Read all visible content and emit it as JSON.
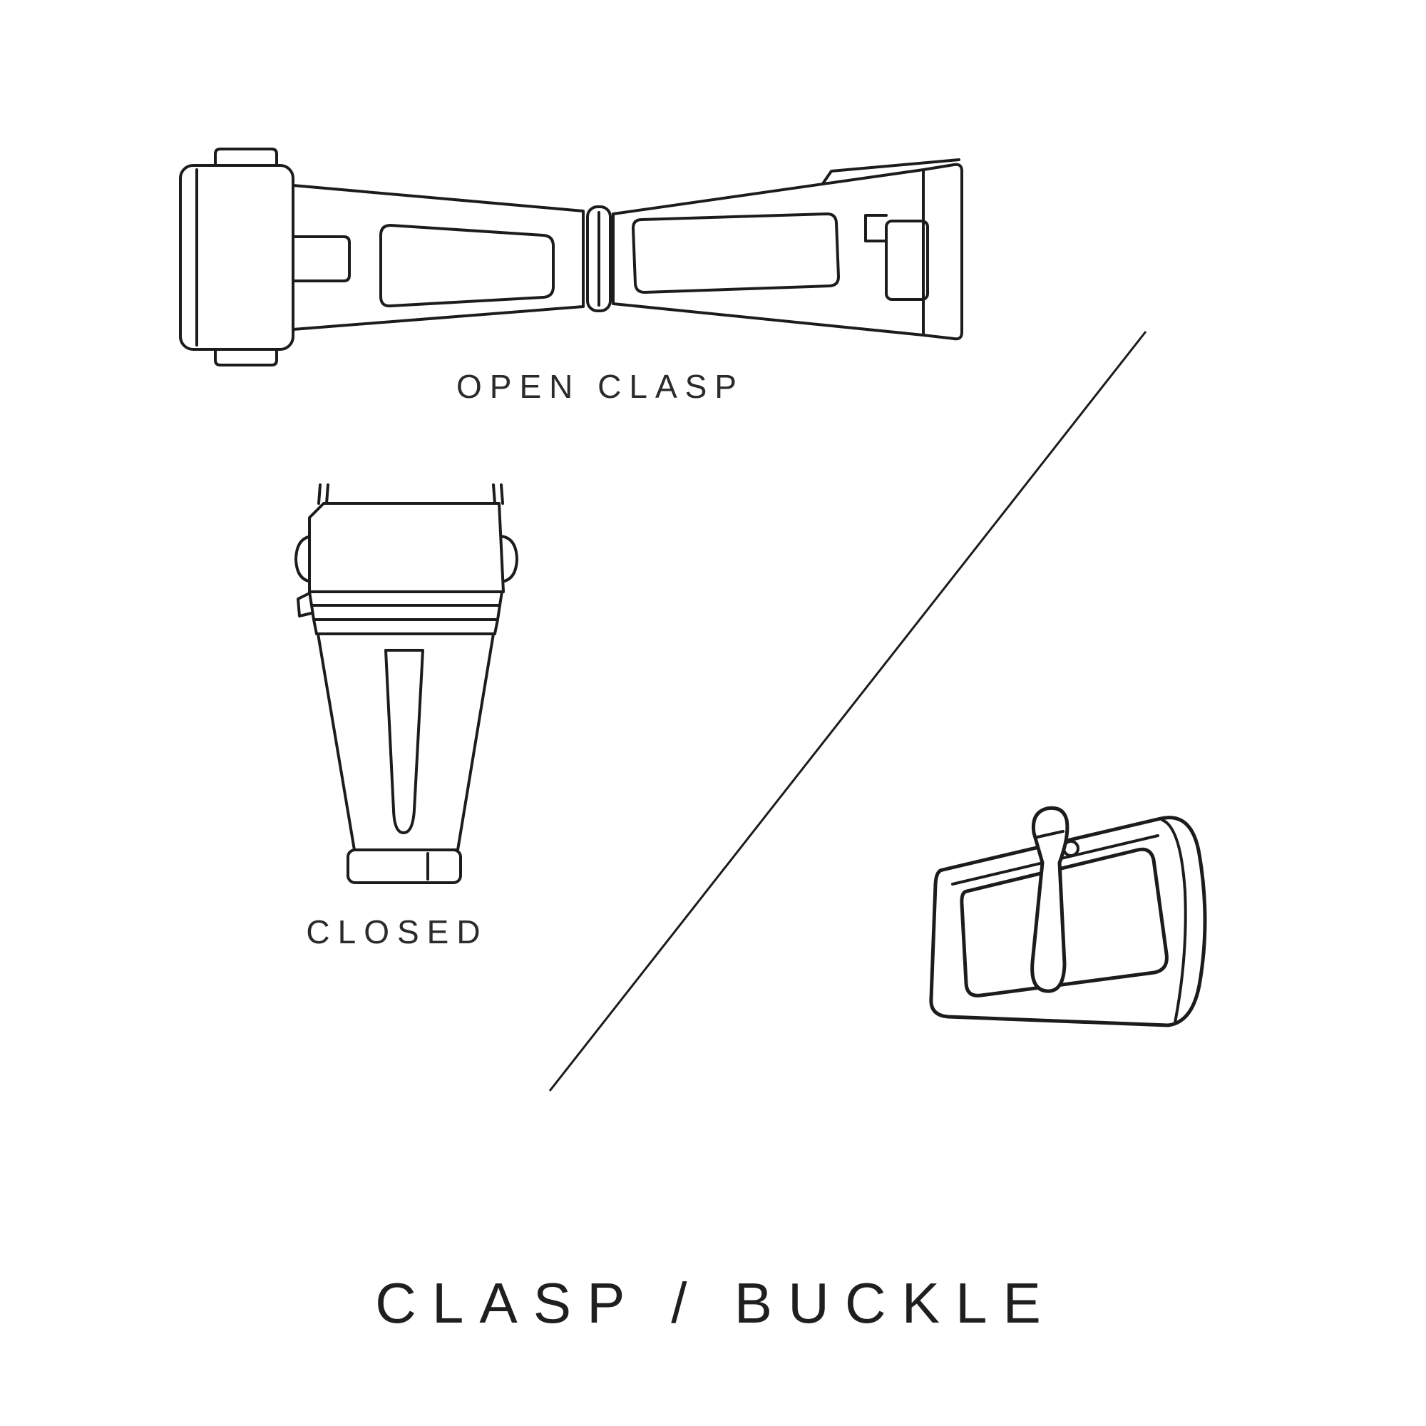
{
  "page": {
    "background": "#ffffff",
    "line_color": "#1c1c1c",
    "text_color": "#2b2b2b"
  },
  "labels": {
    "open_clasp": "OPEN CLASP",
    "closed": "CLOSED",
    "title": "CLASP / BUCKLE"
  }
}
